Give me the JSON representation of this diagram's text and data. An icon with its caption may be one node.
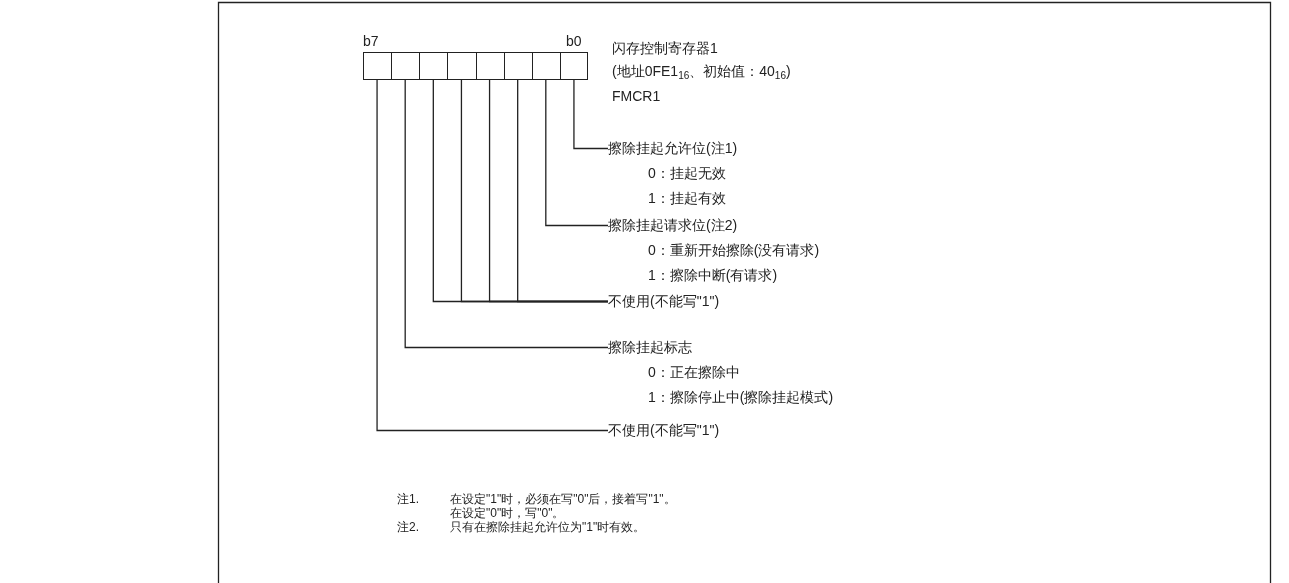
{
  "diagram": {
    "nodes": [
      {
        "text": [],
        "shape": "box"
      },
      {
        "text": [],
        "shape": "box",
        "in": 0
      },
      {
        "text": [],
        "shape": "box",
        "in": 0
      },
      {
        "text": [],
        "shape": "box",
        "in": 0
      },
      {
        "text": [],
        "shape": "box",
        "in": 0
      },
      {
        "text": [],
        "shape": "box",
        "in": 0
      },
      {
        "text": [],
        "shape": "box",
        "in": 0
      },
      {
        "text": [],
        "shape": "box",
        "in": 0
      },
      {
        "text": [],
        "shape": "box",
        "in": 0
      },
      {
        "text": [
          "擦除挂起允许位(注1)",
          "0：挂起无效",
          "1：挂起有效"
        ]
      },
      {
        "text": [
          "擦除挂起请求位(注2)",
          "0：重新开始擦除(没有请求)",
          "1：擦除中断(有请求)"
        ]
      },
      {
        "text": [
          "不使用(不能写\"1\")"
        ]
      },
      {
        "text": [
          "擦除挂起标志",
          "0：正在擦除中",
          "1：擦除停止中(擦除挂起模式)"
        ]
      },
      {
        "text": [
          "不使用(不能写\"1\")"
        ]
      }
    ],
    "edges": [
      {
        "from": 8,
        "to": 9,
        "arrow": "none"
      },
      {
        "from": 7,
        "to": 10,
        "arrow": "none"
      },
      {
        "from": 6,
        "to": 11,
        "arrow": "none"
      },
      {
        "from": 5,
        "to": 11,
        "arrow": "none"
      },
      {
        "from": 4,
        "to": 11,
        "arrow": "none"
      },
      {
        "from": 3,
        "to": 11,
        "arrow": "none"
      },
      {
        "from": 2,
        "to": 12,
        "arrow": "none"
      },
      {
        "from": 1,
        "to": 13,
        "arrow": "none"
      }
    ],
    "labels": [
      "b7",
      "b0",
      "闪存控制寄存器1",
      "(地址0FE1$_{16}$、初始值：40$_{16}$)",
      "FMCR1",
      "注1.",
      "在设定\"1\"时，必须在写\"0\"后，接着写\"1\"。在设定\"0\"时，写\"0\"。",
      "注2.",
      "只有在擦除挂起允许位为\"1\"时有效。"
    ]
  }
}
